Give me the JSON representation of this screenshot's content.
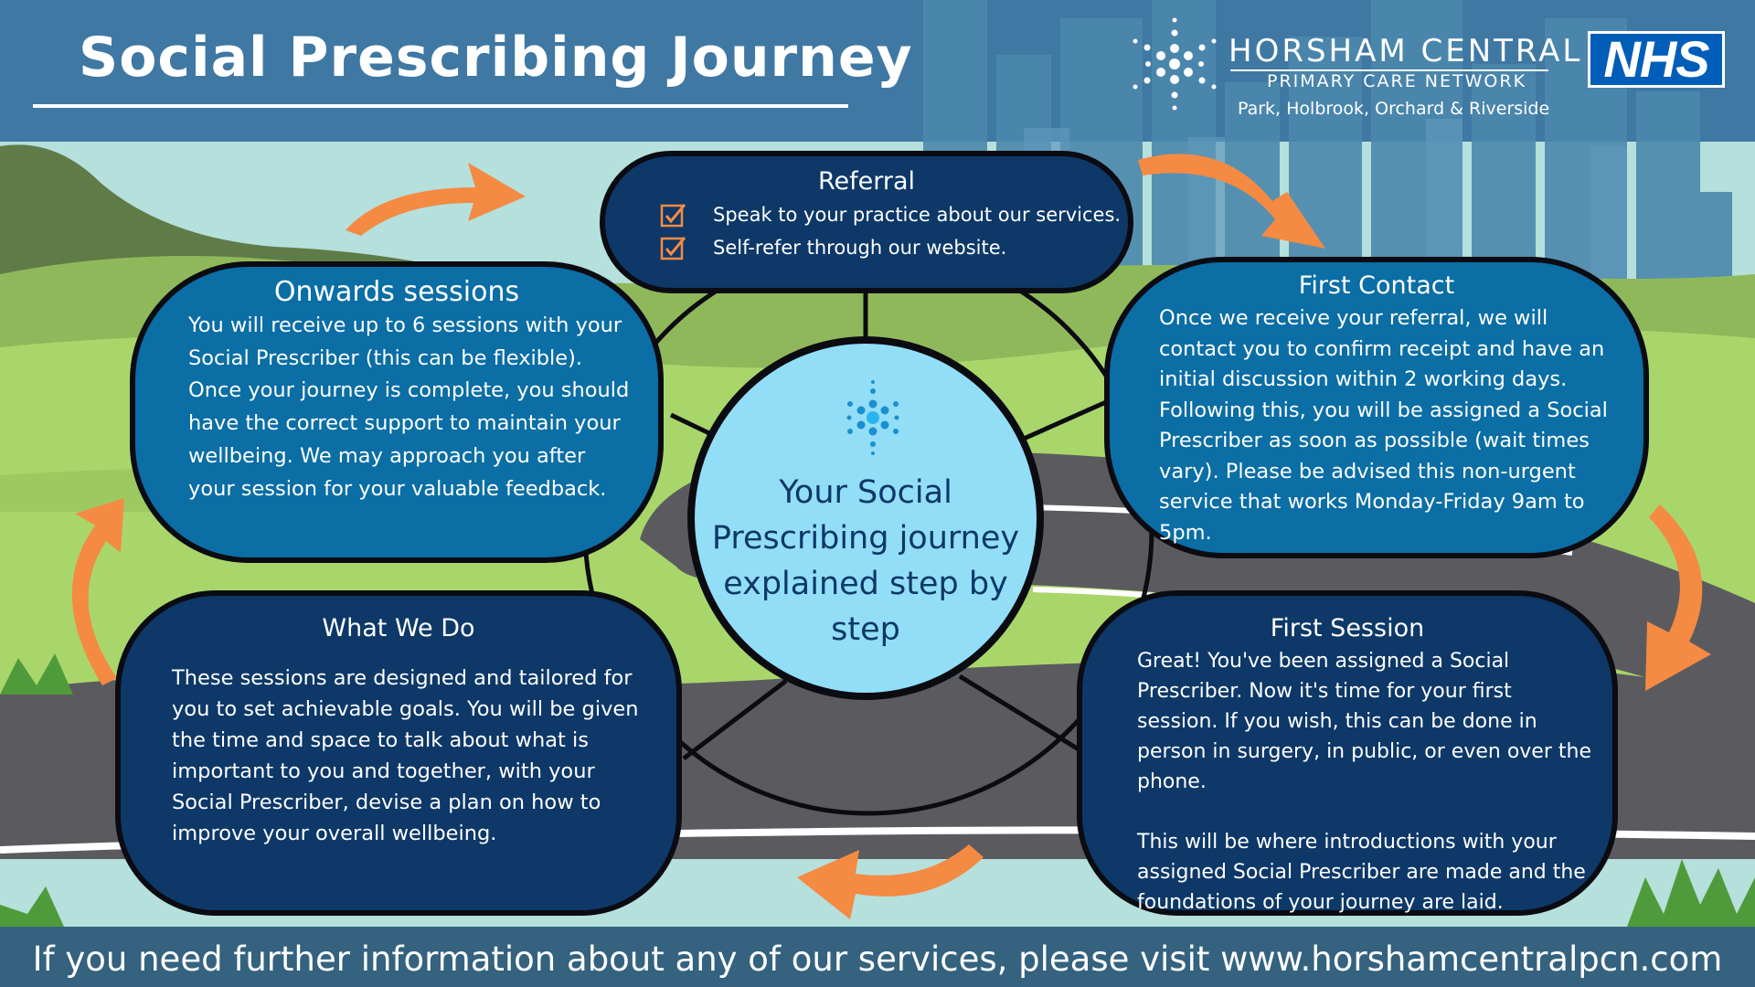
{
  "header": {
    "title": "Social Prescribing Journey"
  },
  "logo": {
    "name": "HORSHAM CENTRAL",
    "subtitle": "PRIMARY CARE NETWORK",
    "practices": "Park, Holbrook, Orchard & Riverside"
  },
  "nhs": {
    "label": "NHS",
    "color": "#005eb8"
  },
  "cards": {
    "referral": {
      "title": "Referral",
      "items": [
        "Speak to your practice about our services.",
        "Self-refer through our website."
      ]
    },
    "first_contact": {
      "title": "First Contact",
      "body": "Once we receive your referral, we will contact you to confirm receipt and have an initial discussion within 2 working days. Following this, you will be assigned a Social Prescriber as soon as possible (wait times vary). Please be advised this non-urgent service that works Monday-Friday 9am to 5pm."
    },
    "first_session": {
      "title": "First Session",
      "body_1": "Great! You've been assigned a Social Prescriber. Now it's time for your first session. If you wish, this can be done in person in surgery, in public, or even over the phone.",
      "body_2": "This will be where introductions with your assigned Social Prescriber are made and the foundations of your journey are laid."
    },
    "what_we_do": {
      "title": "What We Do",
      "body": "These sessions are designed and tailored for you to set achievable goals. You will be given the time and space to talk about what is important to you and together, with your Social Prescriber, devise a plan on how to improve your overall wellbeing."
    },
    "onwards_sessions": {
      "title": "Onwards sessions",
      "body": "You will receive up to 6 sessions with your Social Prescriber (this can be flexible). Once your journey is complete, you should have the correct support to maintain your wellbeing. We may approach you after your session for your valuable feedback."
    }
  },
  "center": {
    "text": "Your Social Prescribing journey explained step by step"
  },
  "footer": {
    "text": "If you need further information about any of our services, please visit www.horshamcentralpcn.com"
  },
  "colors": {
    "dark_card": "#0d3868",
    "light_card": "#0b6ea5",
    "center": "#92def7",
    "arrow": "#f58a43",
    "check": "#f58a43"
  },
  "icons": {
    "check": "checkbox-tick-icon",
    "logo": "dot-burst-logo-icon"
  }
}
